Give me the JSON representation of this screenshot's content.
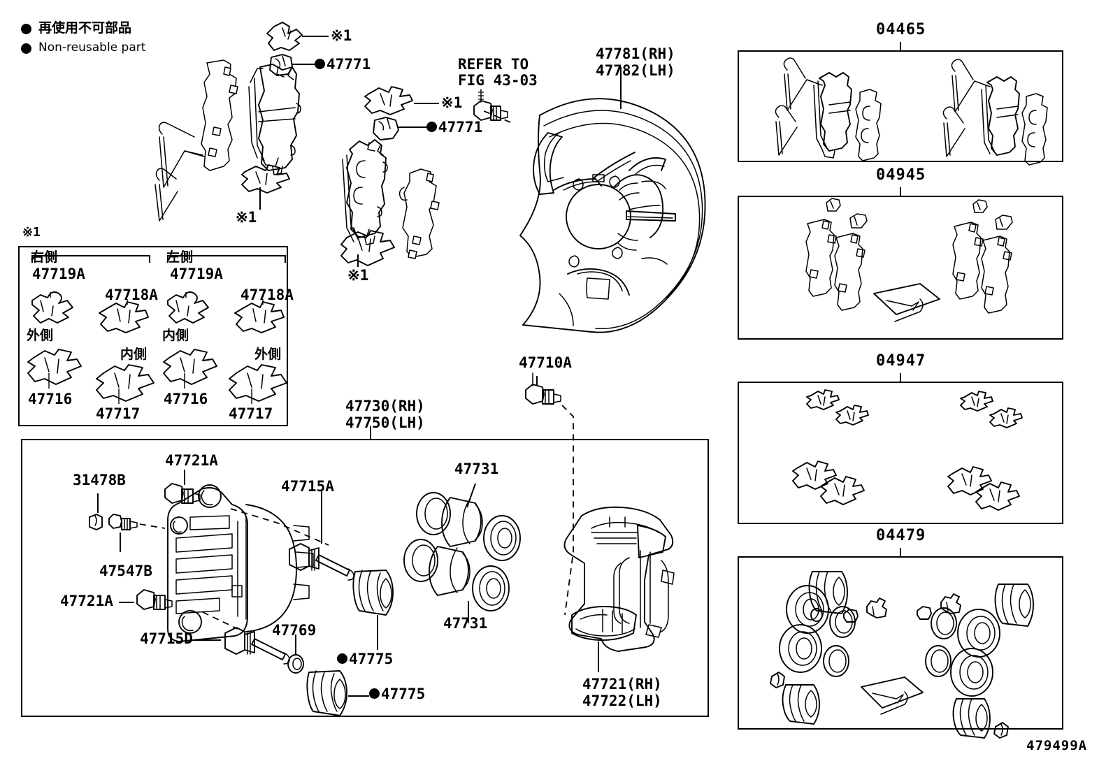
{
  "diagram": {
    "id": "479499A",
    "legend": [
      {
        "symbol": "filled-circle",
        "jp": "再使用不可部品",
        "en": "Non-reusable part"
      }
    ],
    "note_mark": "※1"
  },
  "callouts": {
    "clip_note_1": "※1",
    "clip_note_2": "※1",
    "clip_note_3": "※1",
    "clip_note_4": "※1",
    "bleeder_plug_a": "47771",
    "bleeder_plug_b": "47771",
    "refer_line1": "REFER TO",
    "refer_line2": "FIG 43-03",
    "dust_cover": "47781(RH)\n47782(LH)",
    "union_bolt": "47710A",
    "caliper_assy": "47730(RH)\n47750(LH)",
    "bracket": "47721(RH)\n47722(LH)",
    "piston_a": "47731",
    "piston_b": "47731",
    "bleeder_cap": "31478B",
    "bleeder_screw": "47547B",
    "slide_bolt_top": "47721A",
    "slide_bolt_bottom": "47721A",
    "slide_pin_a": "47715A",
    "slide_pin_d": "47715D",
    "pin_boot_ring": "47769",
    "boot_a": "47775",
    "boot_b": "47775"
  },
  "shim_table": {
    "note": "※1",
    "right_group": {
      "heading": "右側",
      "parts": [
        {
          "no": "47719A",
          "pos": ""
        },
        {
          "no": "47718A",
          "pos": ""
        },
        {
          "no": "47716",
          "pos": ""
        },
        {
          "no": "47717",
          "pos": ""
        }
      ],
      "outer_label": "外側",
      "inner_label": "内側"
    },
    "left_group": {
      "heading": "左側",
      "parts": [
        {
          "no": "47719A",
          "pos": ""
        },
        {
          "no": "47718A",
          "pos": ""
        },
        {
          "no": "47716",
          "pos": ""
        },
        {
          "no": "47717",
          "pos": ""
        }
      ],
      "inner_label": "内側",
      "outer_label": "外側"
    }
  },
  "kits": [
    {
      "number": "04465",
      "name": "pad-kit"
    },
    {
      "number": "04945",
      "name": "shim-kit"
    },
    {
      "number": "04947",
      "name": "fitting-kit"
    },
    {
      "number": "04479",
      "name": "seal-kit"
    }
  ]
}
